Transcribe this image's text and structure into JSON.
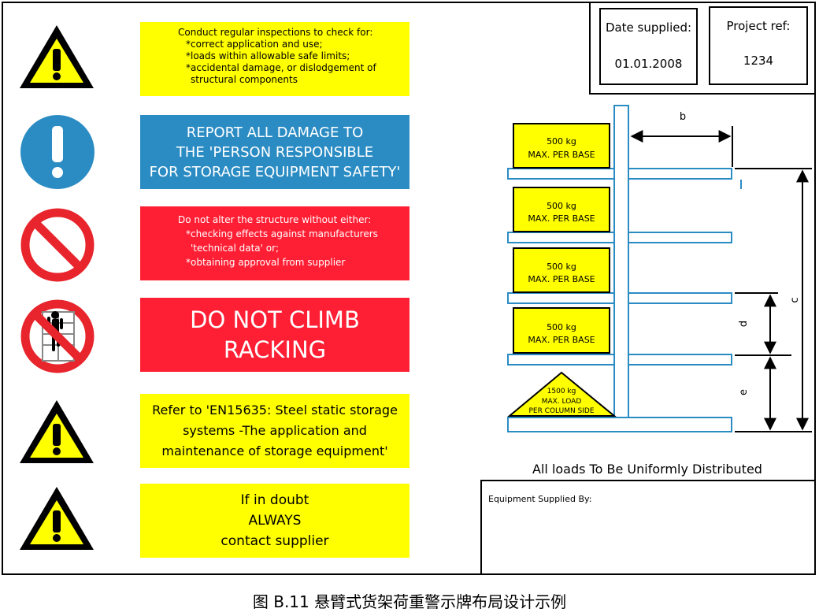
{
  "panels": {
    "inspection": {
      "lines": [
        "Conduct regular inspections to check for:",
        "*correct application and use;",
        "*loads within allowable safe limits;",
        "*accidental damage, or dislodgement of",
        "structural components"
      ]
    },
    "report_damage": {
      "lines": [
        "REPORT ALL DAMAGE TO",
        "THE 'PERSON RESPONSIBLE",
        "FOR STORAGE EQUIPMENT SAFETY'"
      ]
    },
    "do_not_alter": {
      "lines": [
        "Do not alter the structure without either:",
        "*checking effects against manufacturers",
        "'technical data' or;",
        "*obtaining approval from supplier"
      ]
    },
    "do_not_climb": {
      "lines": [
        "DO NOT CLIMB",
        "RACKING"
      ]
    },
    "refer_standard": {
      "lines": [
        "Refer to 'EN15635: Steel static storage",
        "systems -The application and",
        "maintenance of storage equipment'"
      ]
    },
    "if_in_doubt": {
      "lines": [
        "If in doubt",
        "ALWAYS",
        "contact supplier"
      ]
    }
  },
  "header": {
    "date_label": "Date supplied:",
    "date_value": "01.01.2008",
    "project_label": "Project ref:",
    "project_value": "1234"
  },
  "diagram": {
    "loads": [
      {
        "line1": "500 kg",
        "line2": "MAX. PER BASE"
      },
      {
        "line1": "500 kg",
        "line2": "MAX. PER BASE"
      },
      {
        "line1": "500 kg",
        "line2": "MAX. PER BASE"
      },
      {
        "line1": "500 kg",
        "line2": "MAX. PER BASE"
      }
    ],
    "column_load": {
      "line1": "1500 kg",
      "line2": "MAX. LOAD",
      "line3": "PER COLUMN SIDE"
    },
    "dims": {
      "b": "b",
      "c": "c",
      "d": "d",
      "e": "e"
    },
    "note": "All loads To Be Uniformly Distributed"
  },
  "footer": {
    "supplied_by_label": "Equipment Supplied By:"
  },
  "caption": "图 B.11  悬臂式货架荷重警示牌布局设计示例",
  "colors": {
    "yellow": "#ffff00",
    "blue": "#2b8cc4",
    "red": "#ff1f34",
    "rack": "#2b8cc4"
  }
}
